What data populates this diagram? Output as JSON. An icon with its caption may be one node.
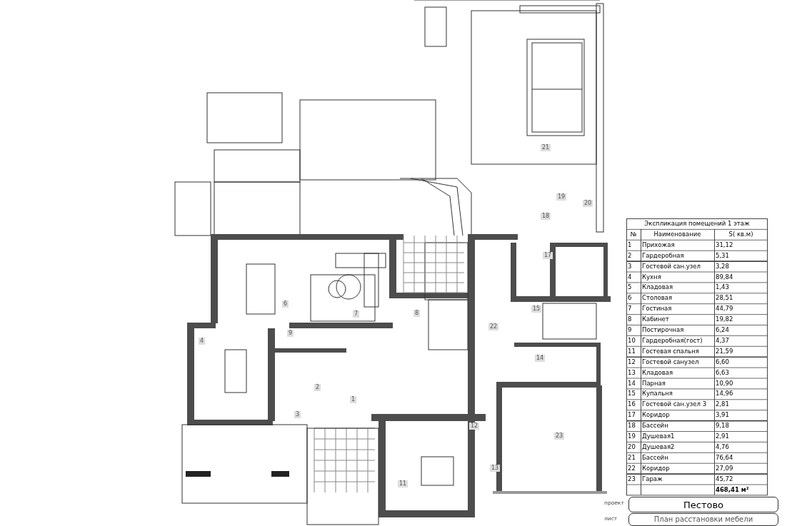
{
  "diagram": {
    "labels": [
      "Экспликация помещений 1 этаж",
      "№",
      "Наименование",
      "S( кв.м)",
      "1",
      "Прихожая",
      "31,12",
      "2",
      "Гардеробная",
      "5,31",
      "3",
      "Гостевой сан.узел",
      "3,28",
      "4",
      "Кухня",
      "89,84",
      "5",
      "Кладовая",
      "1,43",
      "6",
      "Столовая",
      "28,51",
      "7",
      "Гостиная",
      "44,79",
      "8",
      "Кабинет",
      "19,82",
      "9",
      "Постирочная",
      "6,24",
      "10",
      "Гардеробная(гост)",
      "4,37",
      "11",
      "Гостевая спальня",
      "21,59",
      "12",
      "Гостевой санузел",
      "6,60",
      "13",
      "Кладовая",
      "6,63",
      "14",
      "Парная",
      "10,90",
      "15",
      "Купальня",
      "14,96",
      "16",
      "Гостевой сан.узел 3",
      "2,81",
      "17",
      "Коридор",
      "3,91",
      "18",
      "Бассейн",
      "9,18",
      "19",
      "Душевая1",
      "2,91",
      "20",
      "Душевая2",
      "4,76",
      "21",
      "Бассейн",
      "76,64",
      "22",
      "Коридор",
      "27,09",
      "23",
      "Гараж",
      "45,72",
      "468,41 м²",
      "проект",
      "Пестово",
      "лист",
      "План расстановки мебели",
      "21",
      "19",
      "20",
      "18",
      "17",
      "6",
      "7",
      "8",
      "15",
      "22",
      "4",
      "9",
      "14",
      "2",
      "1",
      "3",
      "12",
      "23",
      "13",
      "11"
    ]
  }
}
